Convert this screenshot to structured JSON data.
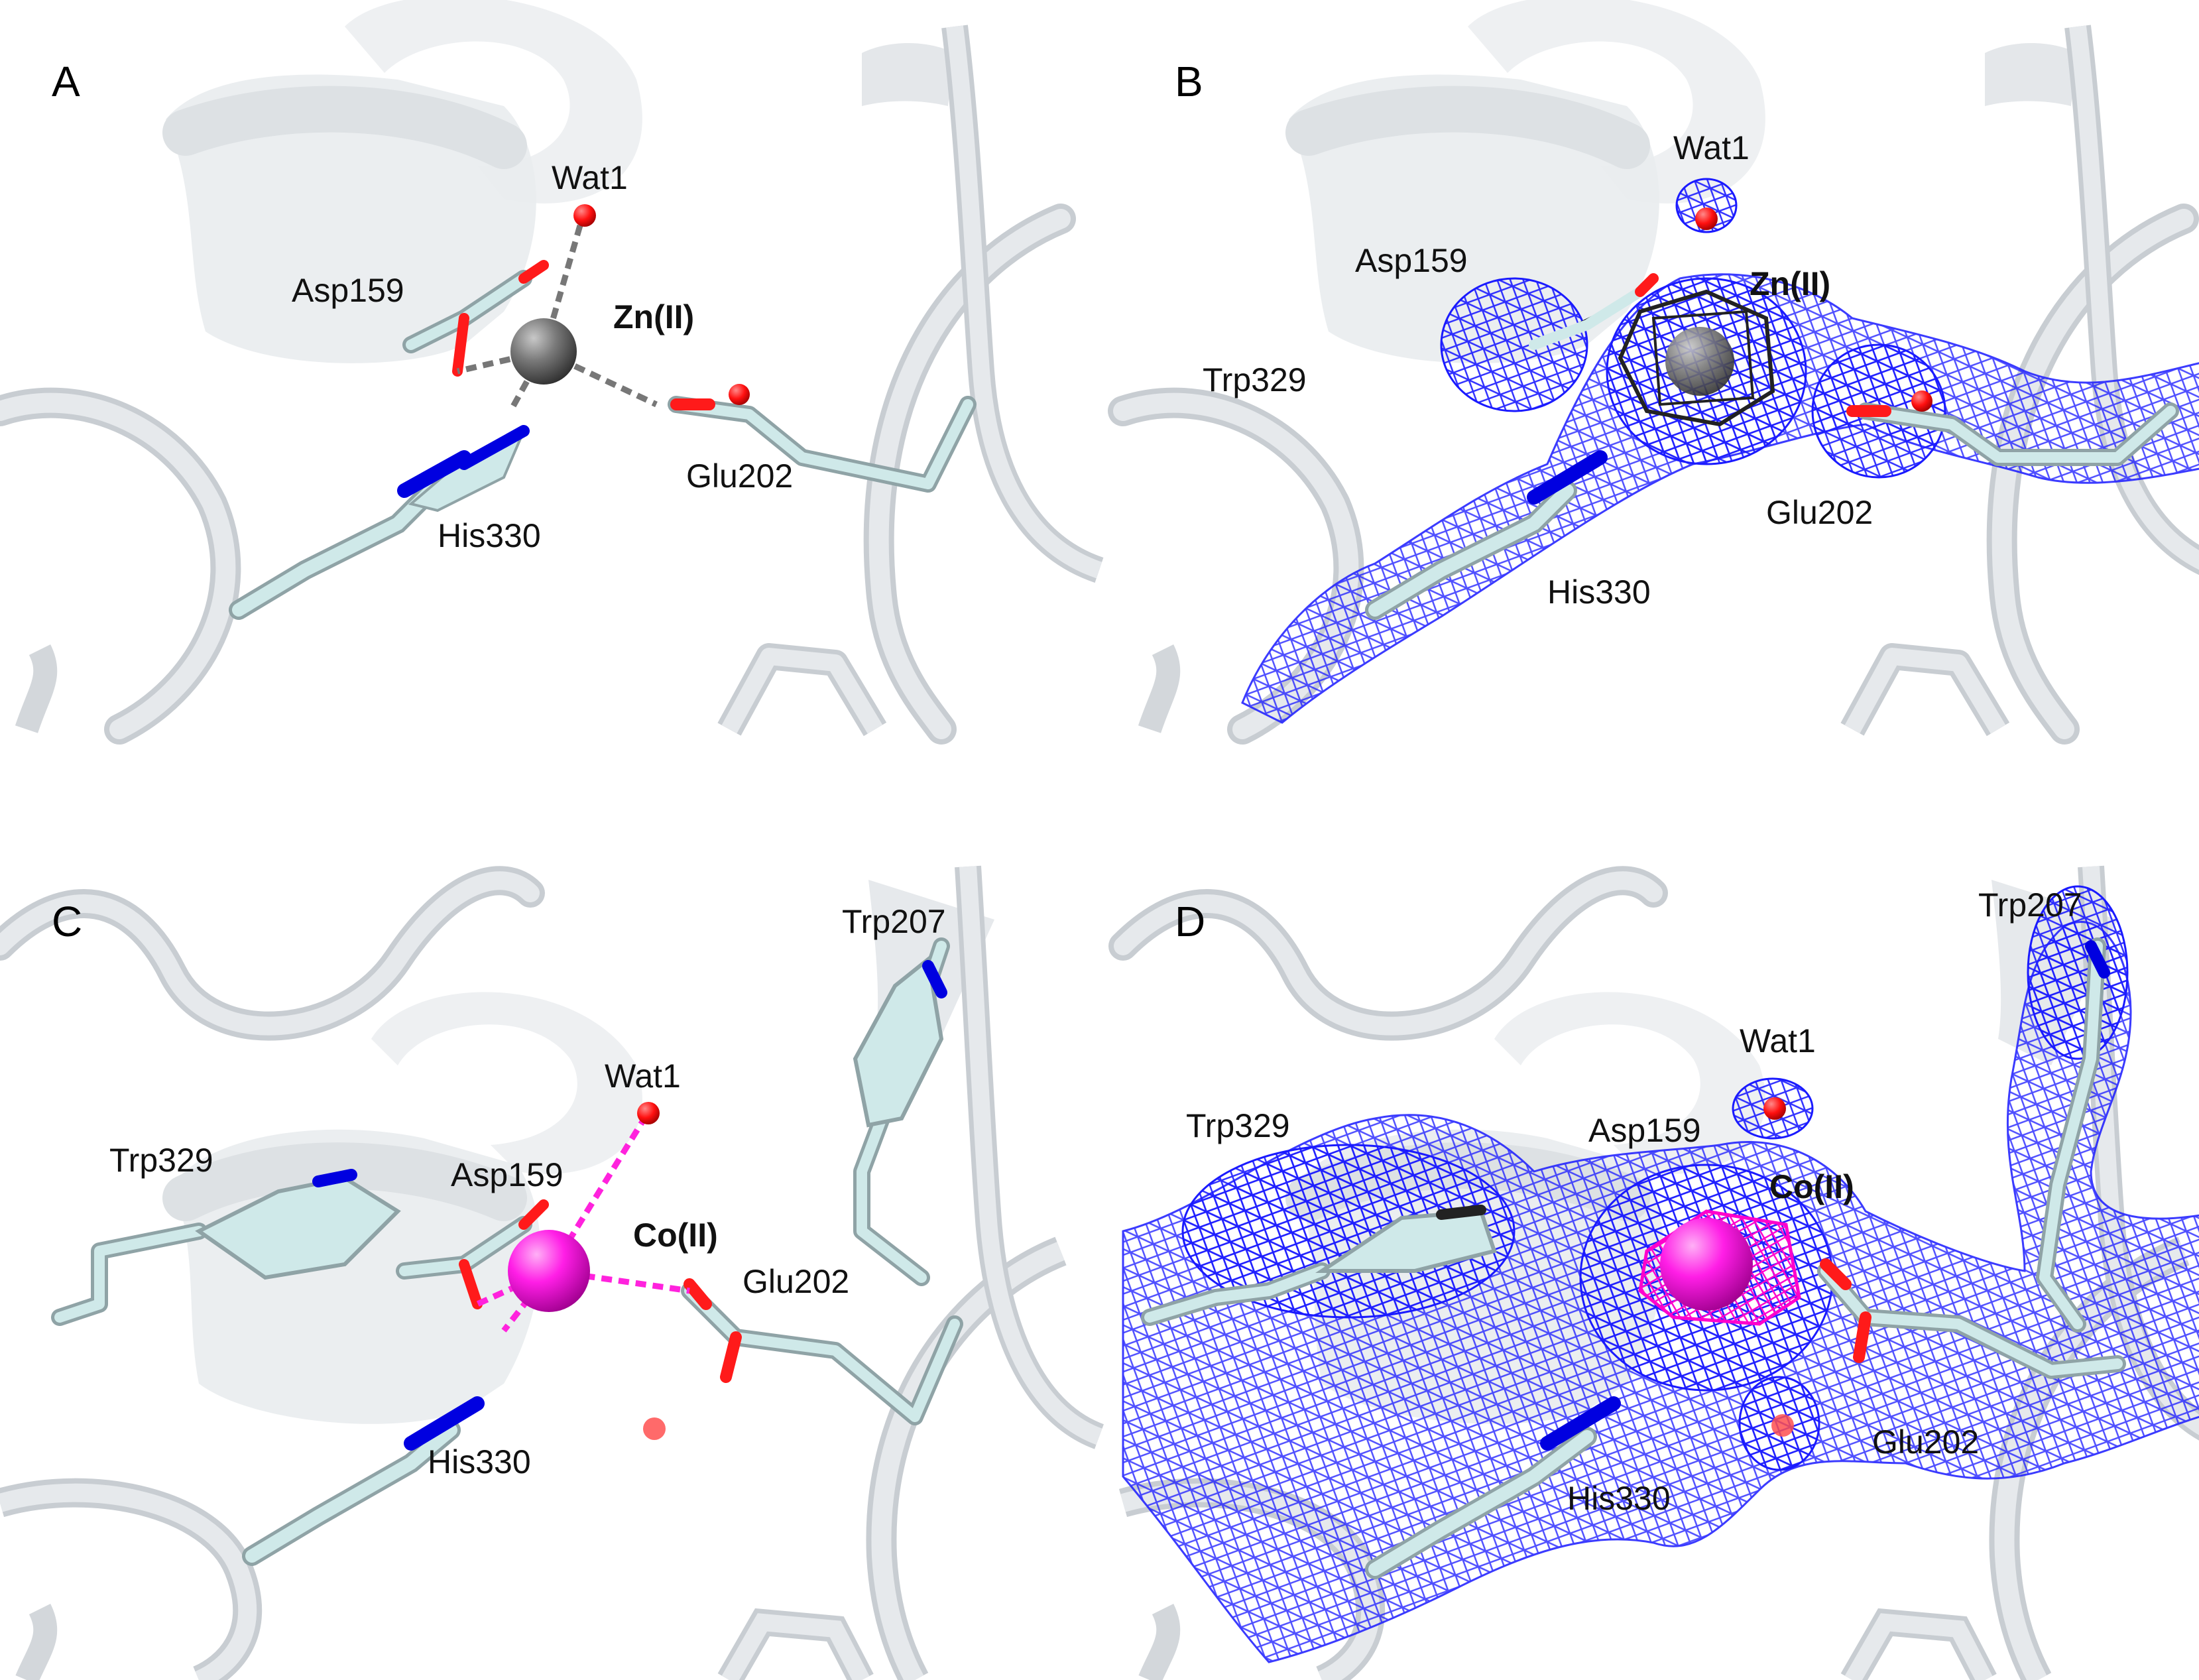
{
  "figure": {
    "panels": [
      {
        "letter": "A",
        "metal": "Zn(II)",
        "labels": {
          "wat1": "Wat1",
          "asp159": "Asp159",
          "his330": "His330",
          "glu202": "Glu202"
        }
      },
      {
        "letter": "B",
        "metal": "Zn(II)",
        "labels": {
          "wat1": "Wat1",
          "asp159": "Asp159",
          "trp329": "Trp329",
          "his330": "His330",
          "glu202": "Glu202"
        }
      },
      {
        "letter": "C",
        "metal": "Co(II)",
        "labels": {
          "trp207": "Trp207",
          "wat1": "Wat1",
          "trp329": "Trp329",
          "asp159": "Asp159",
          "glu202": "Glu202",
          "his330": "His330"
        }
      },
      {
        "letter": "D",
        "metal": "Co(II)",
        "labels": {
          "trp207": "Trp207",
          "wat1": "Wat1",
          "trp329": "Trp329",
          "asp159": "Asp159",
          "glu202": "Glu202",
          "his330": "His330"
        }
      }
    ],
    "colors": {
      "ribbon": "#dfe3e6",
      "ribbon_light": "#eef0f2",
      "carbon": "#cfe9e9",
      "oxygen": "#ff1a1a",
      "nitrogen": "#0000e0",
      "zinc": "#6e6e6e",
      "cobalt": "#ff1ee6",
      "density_mesh": "#1a1aff",
      "anomalous_mesh": "#222222",
      "cobalt_mesh": "#ff00cc",
      "zn_coordination": "#777777",
      "co_coordination": "#ff22dd"
    }
  }
}
